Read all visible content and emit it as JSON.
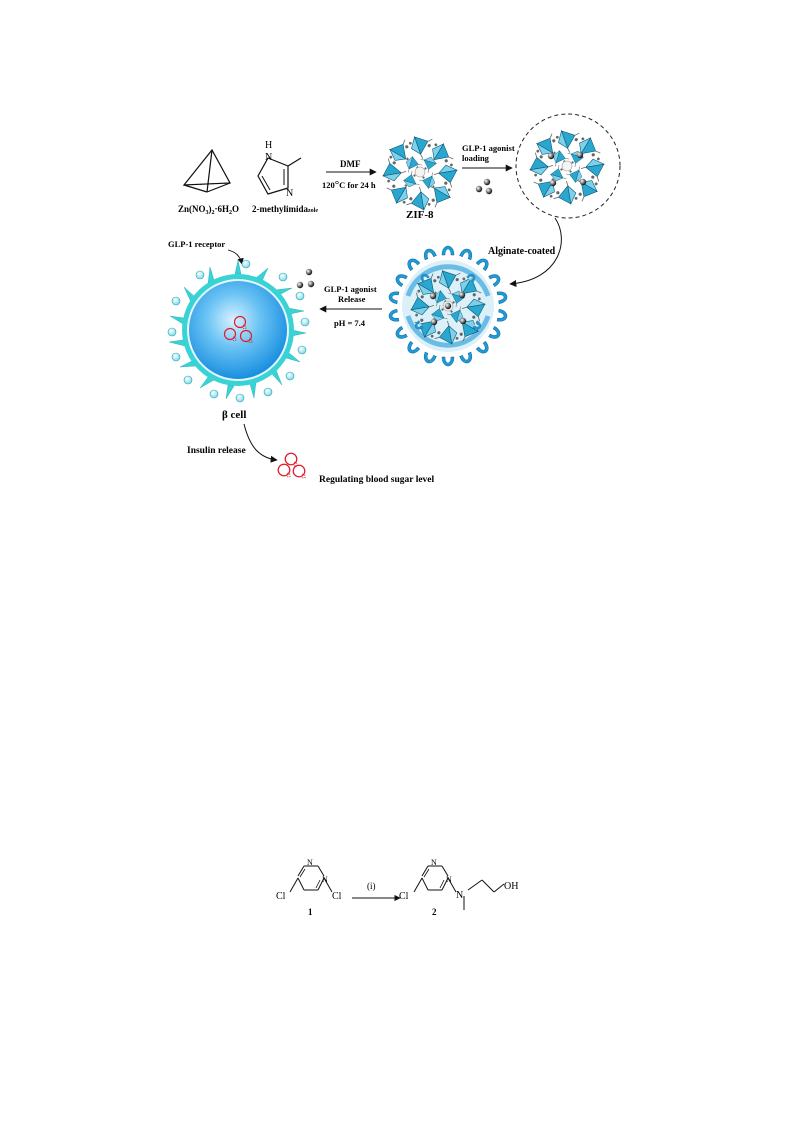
{
  "scheme": {
    "zn_label": "Zn(NO3)2·6H2O",
    "zn_label_parts": {
      "a": "Zn(NO",
      "b": "3",
      "c": ")",
      "d": "2",
      "e": "·6H",
      "f": "2",
      "g": "O"
    },
    "mim_label": "2-methylimidazole",
    "mim_label_parts": {
      "a": "2-methylimida",
      "b": "zole"
    },
    "mim_atoms": {
      "n_top": "H",
      "n_top_n": "N",
      "n_bottom": "N"
    },
    "step1_reagent": "DMF",
    "step1_condition": "120°C for 24 h",
    "step1_condition_parts": {
      "a": "120",
      "b": "°",
      "c": "C for 24 h"
    },
    "zif_label": "ZIF-8",
    "loading_line1": "GLP-1 agonist",
    "loading_line2": "loading",
    "coating_label": "Alginate-coated",
    "release_line1": "GLP-1 agonist",
    "release_line2": "Release",
    "release_ph": "pH = 7.4",
    "receptor_label": "GLP-1 receptor",
    "cell_label": "β cell",
    "insulin_label": "Insulin release",
    "regulating_label": "Regulating blood sugar level"
  },
  "reaction": {
    "compound1": "1",
    "compound2": "2",
    "reagent": "(i)",
    "cl": "Cl",
    "n": "N",
    "oh": "OH"
  },
  "colors": {
    "zif_blue": "#2aa7cf",
    "alginate_blue": "#1f9ad6",
    "cell_core": "#3aa9ef",
    "cell_rim": "#39d3d6",
    "insulin_red": "#e11b2b"
  }
}
